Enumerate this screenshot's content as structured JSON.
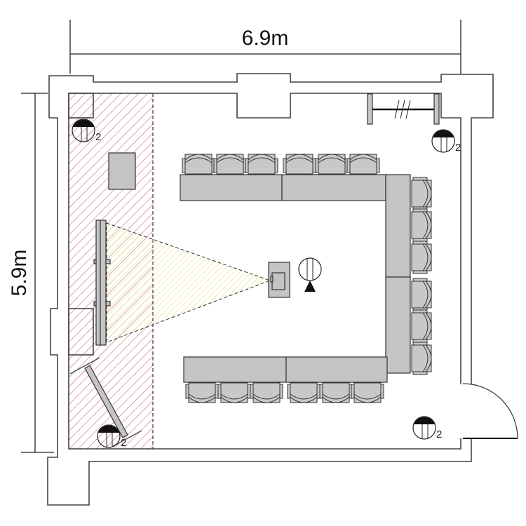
{
  "dimensions": {
    "width_label": "6.9m",
    "height_label": "5.9m"
  },
  "cameras": [
    {
      "label": "2"
    },
    {
      "label": "2"
    },
    {
      "label": "2"
    },
    {
      "label": "2"
    }
  ],
  "seating": {
    "top_row_chairs": 6,
    "bottom_row_chairs": 6,
    "right_column_chairs": 6
  },
  "colors": {
    "hatch_red": "#c0506a",
    "hatch_yellow": "#e8e070",
    "furniture": "#c4c4c4",
    "wall": "#444444"
  }
}
